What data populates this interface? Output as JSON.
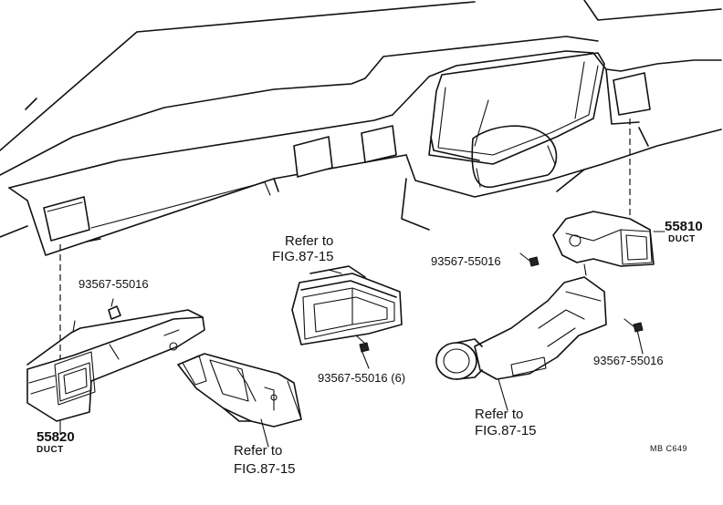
{
  "labels": {
    "part_55810_num": "55810",
    "part_55810_name": "DUCT",
    "part_55820_num": "55820",
    "part_55820_name": "DUCT",
    "screw_left": "93567-55016",
    "screw_right_top": "93567-55016",
    "screw_right_bottom": "93567-55016",
    "screw_center": "93567-55016 (6)",
    "ref_center_line1": "Refer to",
    "ref_center_line2": "FIG.87-15",
    "ref_bottom_left_line1": "Refer to",
    "ref_bottom_left_line2": "FIG.87-15",
    "ref_bottom_right_line1": "Refer to",
    "ref_bottom_right_line2": "FIG.87-15",
    "drawing_code": "MB C649"
  }
}
